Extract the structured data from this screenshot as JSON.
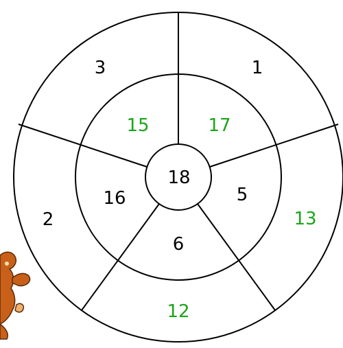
{
  "diagram": {
    "center_value": "18",
    "middle_ring": [
      {
        "value": "17",
        "color": "#1aa51a"
      },
      {
        "value": "5",
        "color": "#000000"
      },
      {
        "value": "6",
        "color": "#000000"
      },
      {
        "value": "16",
        "color": "#000000"
      },
      {
        "value": "15",
        "color": "#1aa51a"
      }
    ],
    "outer_ring": [
      {
        "value": "1",
        "color": "#000000"
      },
      {
        "value": "13",
        "color": "#1aa51a"
      },
      {
        "value": "12",
        "color": "#1aa51a"
      },
      {
        "value": "2",
        "color": "#000000"
      },
      {
        "value": "3",
        "color": "#000000"
      }
    ],
    "line_color": "#000000",
    "mascot": {
      "icon": "monkey-icon",
      "color": "#c8601a"
    }
  }
}
